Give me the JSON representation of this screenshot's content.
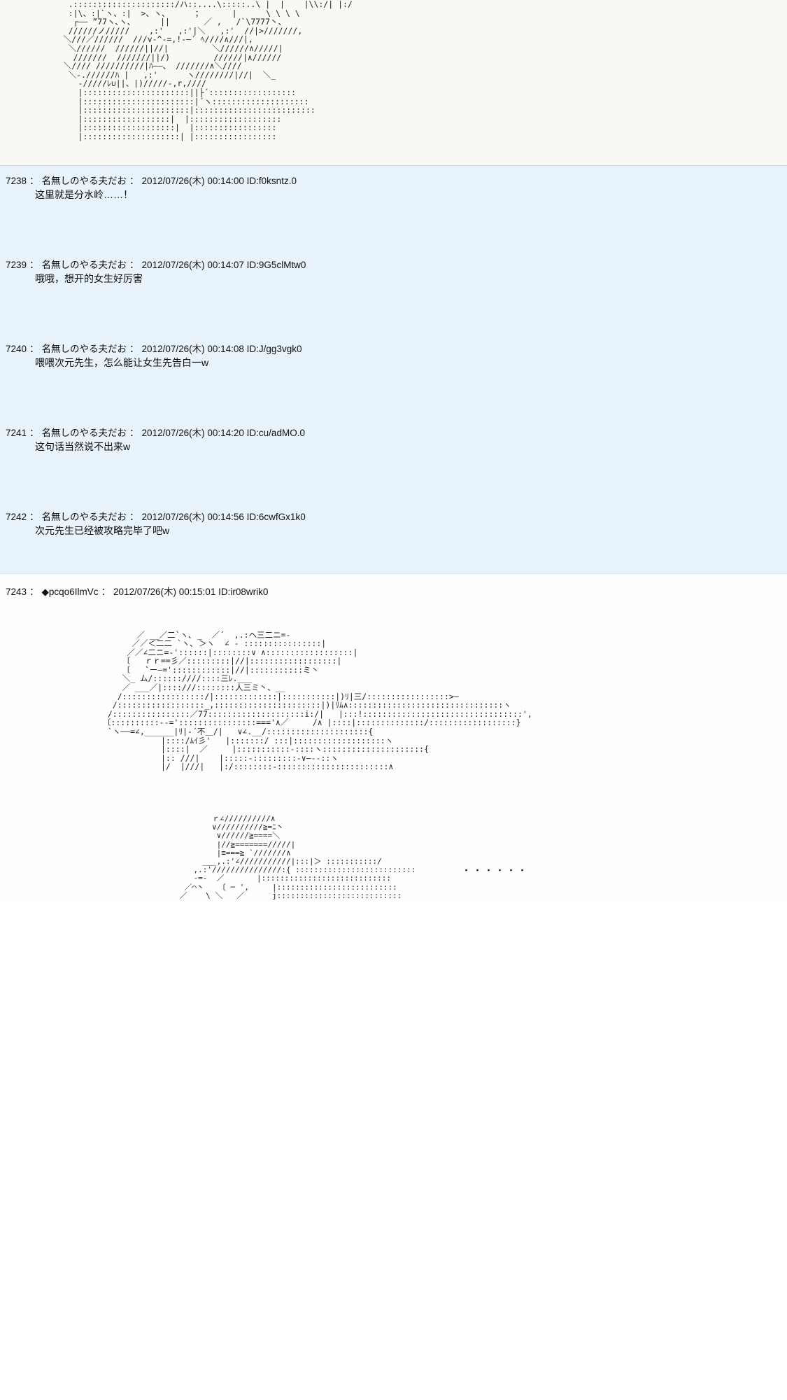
{
  "theme": {
    "bg_aa_top": "#faf8f4",
    "bg_comments": "#e9f3fb",
    "bg_aa_bottom": "#fdfdfd",
    "text": "#101010",
    "divider": "#cfd6dc"
  },
  "name_sep": "：",
  "aa_top": "    .:::::::::::::::::::::/ハ::....\\:::::..\\ |  |    |\\\\:/| |:/\n    :|\\、:|`ヽ、:|  >、ヽ､      ；      |      \\ \\ \\ \\\n     ┌―― ”77ヽ､ヽ､      ||       ／ ,   /`\\7777丶、\n    //////ノ/////    ,:'   ,:'|＼   ,:'  //|>///////,\n   ＼///／//////  ///v-^-=,!-―´ ﾍ////∧///|,\n    ＼//////  //////||//|         ＼//////∧/////|\n     ///////  ///////||/)         //////|∧//////\n   ＼//// //////////|ﾊ――、 ///////∧＼////\n    ＼-.//////ﾊ |   ,:'      ヽ////////|//|  ＼_\n      -/////ﾚ∪||、|)/////-,r,////\n      |::::::::::::::::::::::||├´::::::::::::::::::\n      |:::::::::::::::::::::::|´ヽ::::::::::::::::::::\n      |::::::::::::::::::::::|:::::::::::::::::::::::::\n      |::::::::::::::::::|  |:::::::::::::::::::\n      |:::::::::::::::::::|  |:::::::::::::::::\n      |::::::::::::::::::::| |:::::::::::::::::",
  "aa_7243_a": "        ／ __／二`ヽ､ _  ／´  ,.:ヘ三二ニ=-\n       ／／＜二二 `ヽ､ ＞ヽ  ∠ - ::::::::::::::::|\n      ／／∠二ニ=-'::::::|::::::::∨ ∧::::::::::::::::::|\n     〔   ｒｒ==彡／:::::::::|//|::::::::::::::::::|\n     〔   `ー―='::::::::::::|//|:::::::::::ミ丶\n     ＼_ ム/::::::////::::三ﾚ.___\n     ／ ___／|::::///::::::::人三ミ丶、__\n    /:::::::::::::::::/|:::::::::::::|:::::::::::|)ﾘ|三/:::::::::::::::::>―\n   /::::::::::::::::::_,::::::::::::::::::::::|)|ﾘﾑ∧::::::::::::::::::::::::::::::::ヽ\n  /::::::::::::::::／77::::::::::::::::::::i:/|   |:::!:::::::::::::::::::::::::::::::::',\n 〔::::::::::--='::::::::::::::::==='∧／     /∧ |::::|::::::::::::::/::::::::::::::::::}\n  `ヽ――=∠,______|ﾘ|-´不＿/|   ∨∠.__/:::::::::::::::::::::{\n             |::::/ﾑｲ彡'   |:::::::/ :::|:::::::::::::::::::ヽ\n             |::::|  ／     |:::::::::::-::::ヽ:::::::::::::::::::::{\n             |:: ///|    |:::::-:::::::::-∨―--::ヽ\n             |/  |///|   |:/::::::::-:::::::::::::::::::::::∧",
  "aa_7243_b": "        ｒ∠//////////∧\n        ∨//////////≧=ﾆ丶\n         ∨//////≧====＼\n         |//≧=======/////|\n         |≡===≧ `///////∧\n      ___,.:'∠///////////|:::|＞ :::::::::::/\n    ,.:'///////////////:{ ::::::::::::::::::::::::::\n    -=-  ／       |::::::::::::::::::::::::::::\n  ／⌒丶   〔 ─ ',     |::::::::::::::::::::::::::\n ／    \\ ＼   ／      j:::::::::::::::::::::::::::",
  "dots": "・・・・・・",
  "posts": [
    {
      "num": "7238",
      "name": "名無しのやる夫だお",
      "date": "2012/07/26(木) 00:14:00",
      "id": "ID:f0ksntz.0",
      "body": "这里就是分水岭……！"
    },
    {
      "num": "7239",
      "name": "名無しのやる夫だお",
      "date": "2012/07/26(木) 00:14:07",
      "id": "ID:9G5clMtw0",
      "body": "哦哦，想开的女生好厉害"
    },
    {
      "num": "7240",
      "name": "名無しのやる夫だお",
      "date": "2012/07/26(木) 00:14:08",
      "id": "ID:J/gg3vgk0",
      "body": "喂喂次元先生，怎么能让女生先告白一w"
    },
    {
      "num": "7241",
      "name": "名無しのやる夫だお",
      "date": "2012/07/26(木) 00:14:20",
      "id": "ID:cu/adMO.0",
      "body": "这句话当然说不出来w"
    },
    {
      "num": "7242",
      "name": "名無しのやる夫だお",
      "date": "2012/07/26(木) 00:14:56",
      "id": "ID:6cwfGx1k0",
      "body": "次元先生已经被攻略完毕了吧w"
    }
  ],
  "post_7243": {
    "num": "7243",
    "name": "◆pcqo6IlmVc",
    "date": "2012/07/26(木) 00:15:01",
    "id": "ID:ir08wrik0"
  }
}
